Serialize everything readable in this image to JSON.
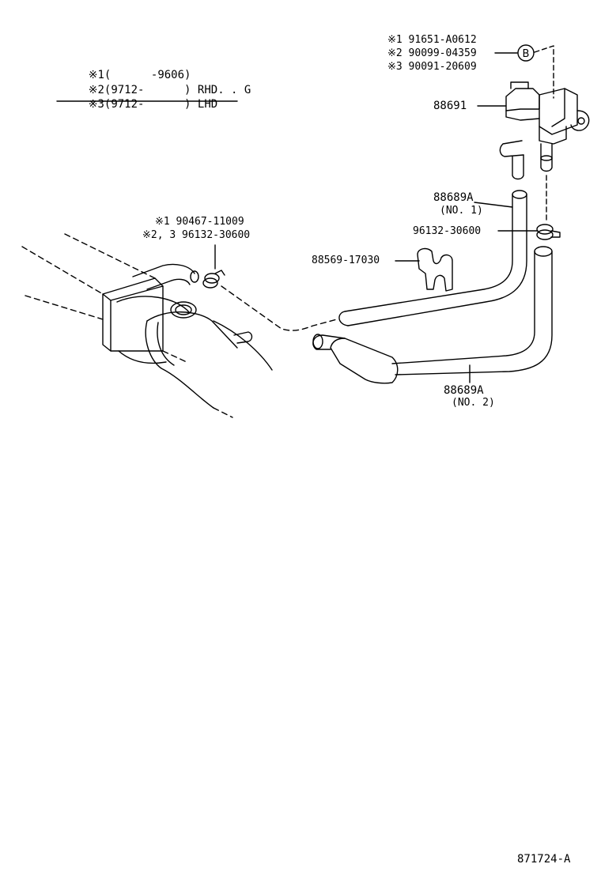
{
  "legend": {
    "rows": [
      {
        "mark": "※1",
        "range": "(      -9606)",
        "note": ""
      },
      {
        "mark": "※2",
        "range": "(9712-      )",
        "note": "RHD. . G"
      },
      {
        "mark": "※3",
        "range": "(9712-      )",
        "note": "LHD"
      }
    ]
  },
  "parts": {
    "valve_alts": [
      "※1 91651-A0612",
      "※2 90099-04359",
      "※3 90091-20609"
    ],
    "circle_ref": "B",
    "valve": "88691",
    "hose_no1_part": "88689A",
    "hose_no1_sub": "(NO. 1)",
    "clamp_right": "96132-30600",
    "clamp_left_1": "※1 90467-11009",
    "clamp_left_2": "※2, 3 96132-30600",
    "bracket": "88569-17030",
    "hose_no2_part": "88689A",
    "hose_no2_sub": "(NO. 2)"
  },
  "diagram_id": "871724-A"
}
